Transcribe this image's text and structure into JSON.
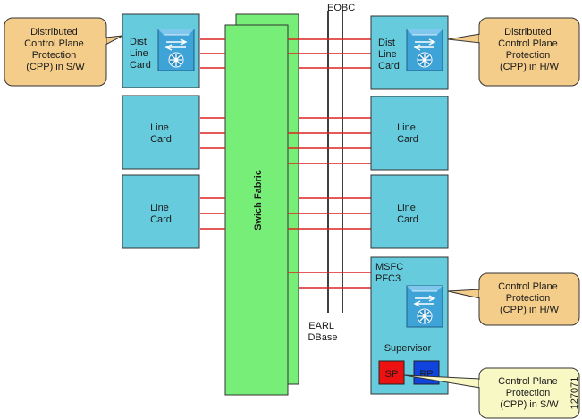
{
  "labels": {
    "eobc": "EOBC",
    "switch_fabric": "Swich Fabric",
    "earl_dbase": [
      "EARL",
      "DBase"
    ],
    "figure_id": "127071"
  },
  "cards": {
    "dist_left": [
      "Dist",
      "Line",
      "Card"
    ],
    "dist_right": [
      "Dist",
      "Line",
      "Card"
    ],
    "line_left_1": [
      "Line",
      "Card"
    ],
    "line_left_2": [
      "Line",
      "Card"
    ],
    "line_right_1": [
      "Line",
      "Card"
    ],
    "line_right_2": [
      "Line",
      "Card"
    ],
    "supervisor": {
      "msfc_pfc": [
        "MSFC",
        "PFC3"
      ],
      "label": "Supervisor",
      "sp": "SP",
      "rp": "RP"
    }
  },
  "callouts": {
    "cpp_sw_dist": [
      "Distributed",
      "Control Plane",
      "Protection",
      "(CPP) in S/W"
    ],
    "cpp_hw_dist": [
      "Distributed",
      "Control Plane",
      "Protection",
      "(CPP) in H/W"
    ],
    "cpp_hw_sup": [
      "Control Plane",
      "Protection",
      "(CPP) in H/W"
    ],
    "cpp_sw_sup": [
      "Control Plane",
      "Protection",
      "(CPP) in S/W"
    ]
  },
  "colors": {
    "card_fill": "#66ccdd",
    "fabric_fill": "#77ee77",
    "link": "#dd2222",
    "callout_orange": "#f5cd8a",
    "callout_yellow": "#f8f8c4",
    "sp_red": "#ee1111",
    "rp_blue": "#1144dd",
    "router_icon": "#2a8fc9"
  }
}
